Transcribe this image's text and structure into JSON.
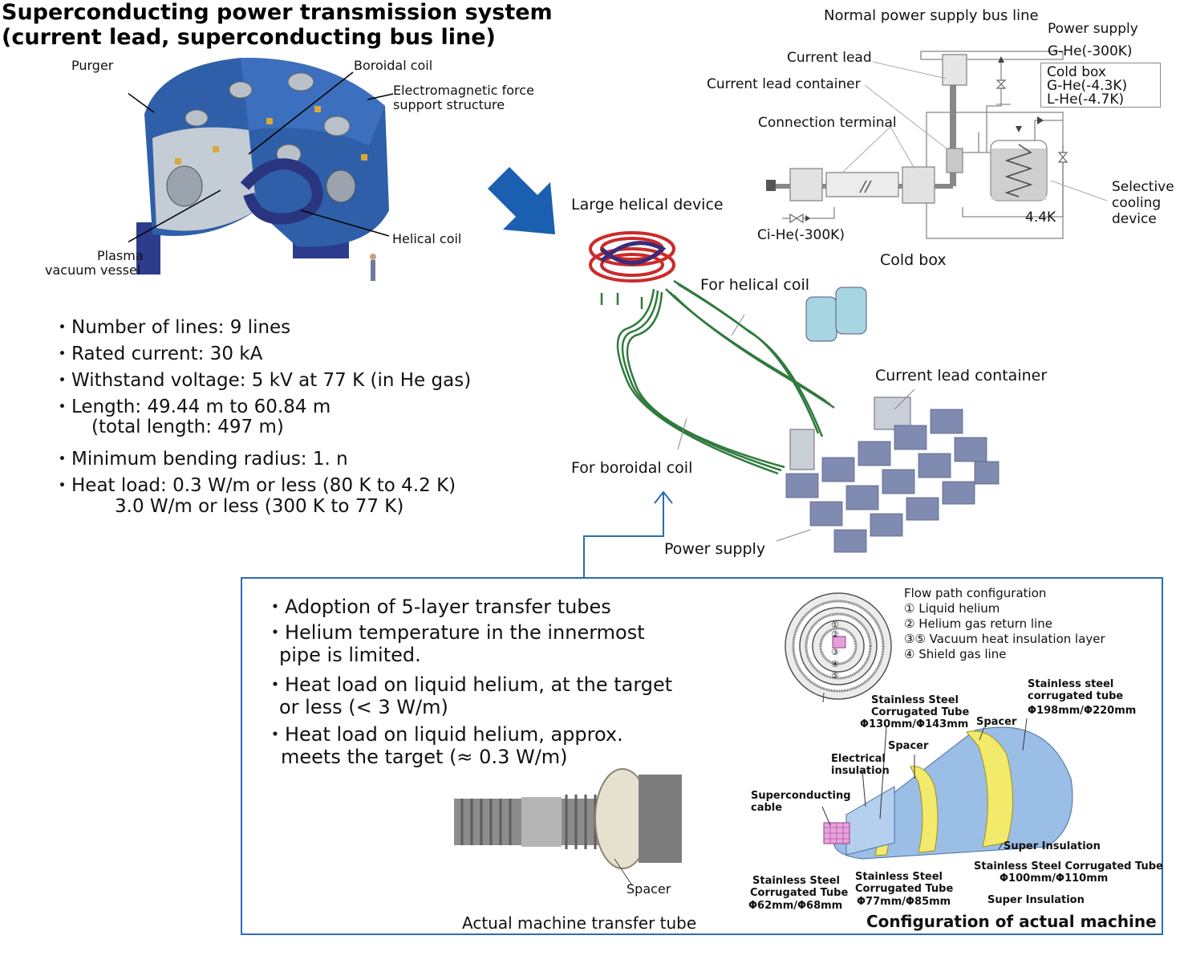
{
  "title": {
    "line1": "Superconducting power transmission system",
    "line2": "(current lead, superconducting bus line)"
  },
  "device_labels": {
    "purger": "Purger",
    "boroidal_coil": "Boroidal coil",
    "em_force_1": "Electromagnetic force",
    "em_force_2": "support structure",
    "helical_coil": "Helical coil",
    "plasma_1": "Plasma",
    "plasma_2": "vacuum vessel"
  },
  "specs": {
    "s1": "・Number of lines: 9 lines",
    "s2": "・Rated current: 30 kA",
    "s3": "・Withstand voltage: 5 kV at 77 K (in He gas)",
    "s4": "・Length: 49.44 m to 60.84 m",
    "s4b": "(total length: 497 m)",
    "s5": "・Minimum bending radius: 1. n",
    "s6": "・Heat load: 0.3 W/m or less (80 K to 4.2 K)",
    "s6b": "3.0 W/m or less (300 K to 77 K)"
  },
  "schematic": {
    "normal_bus": "Normal power supply bus line",
    "power_supply": "Power supply",
    "ghe300": "G-He(-300K)",
    "current_lead": "Current lead",
    "cold_box": "Cold box",
    "ghe43": "G-He(-4.3K)",
    "lhe47": "L-He(-4.7K)",
    "cl_container": "Current lead container",
    "conn_terminal": "Connection terminal",
    "selective_1": "Selective",
    "selective_2": "cooling",
    "selective_3": "device",
    "temp44": "4.4K",
    "cihe300": "Ci-He(-300K)"
  },
  "layout_labels": {
    "lhd": "Large helical device",
    "cold_box": "Cold box",
    "for_helical": "For helical coil",
    "cl_container": "Current lead container",
    "for_boroidal": "For boroidal coil",
    "power_supply": "Power supply"
  },
  "transfer": {
    "b1": "・Adoption of 5-layer transfer tubes",
    "b2a": "・Helium temperature in the innermost",
    "b2b": "pipe is limited.",
    "b3a": "・Heat load on liquid helium, at the target",
    "b3b": "or less (< 3 W/m)",
    "b4a": "・Heat load on liquid helium, approx.",
    "b4b": "meets the target (≈ 0.3 W/m)",
    "spacer": "Spacer",
    "photo_caption": "Actual machine transfer tube"
  },
  "flow": {
    "heading": "Flow path configuration",
    "f1": "① Liquid helium",
    "f2": "② Helium gas return line",
    "f3": "③⑤ Vacuum heat insulation layer",
    "f4": "④ Shield gas line",
    "n1": "①",
    "n2": "②",
    "n3": "③",
    "n4": "④",
    "n5": "⑤"
  },
  "machine": {
    "ss_corr_1a": "Stainless Steel",
    "ss_corr_1b": "Corrugated Tube",
    "ss_corr_1c": "Φ130mm/Φ143mm",
    "spacer_top": "Spacer",
    "ss_corr_2a": "Stainless steel",
    "ss_corr_2b": "corrugated tube",
    "ss_corr_2c": "Φ198mm/Φ220mm",
    "spacer_mid": "Spacer",
    "elec_ins_a": "Electrical",
    "elec_ins_b": "insulation",
    "sc_cable_a": "Superconducting",
    "sc_cable_b": "cable",
    "super_ins_1": "Super Insulation",
    "ss_corr_3a": "Stainless Steel Corrugated Tube",
    "ss_corr_3b": "Φ100mm/Φ110mm",
    "super_ins_2": "Super Insulation",
    "ss_corr_4a": "Stainless Steel",
    "ss_corr_4b": "Corrugated Tube",
    "ss_corr_4c": "Φ62mm/Φ68mm",
    "ss_corr_5a": "Stainless Steel",
    "ss_corr_5b": "Corrugated Tube",
    "ss_corr_5c": "Φ77mm/Φ85mm",
    "caption": "Configuration of actual machine"
  }
}
